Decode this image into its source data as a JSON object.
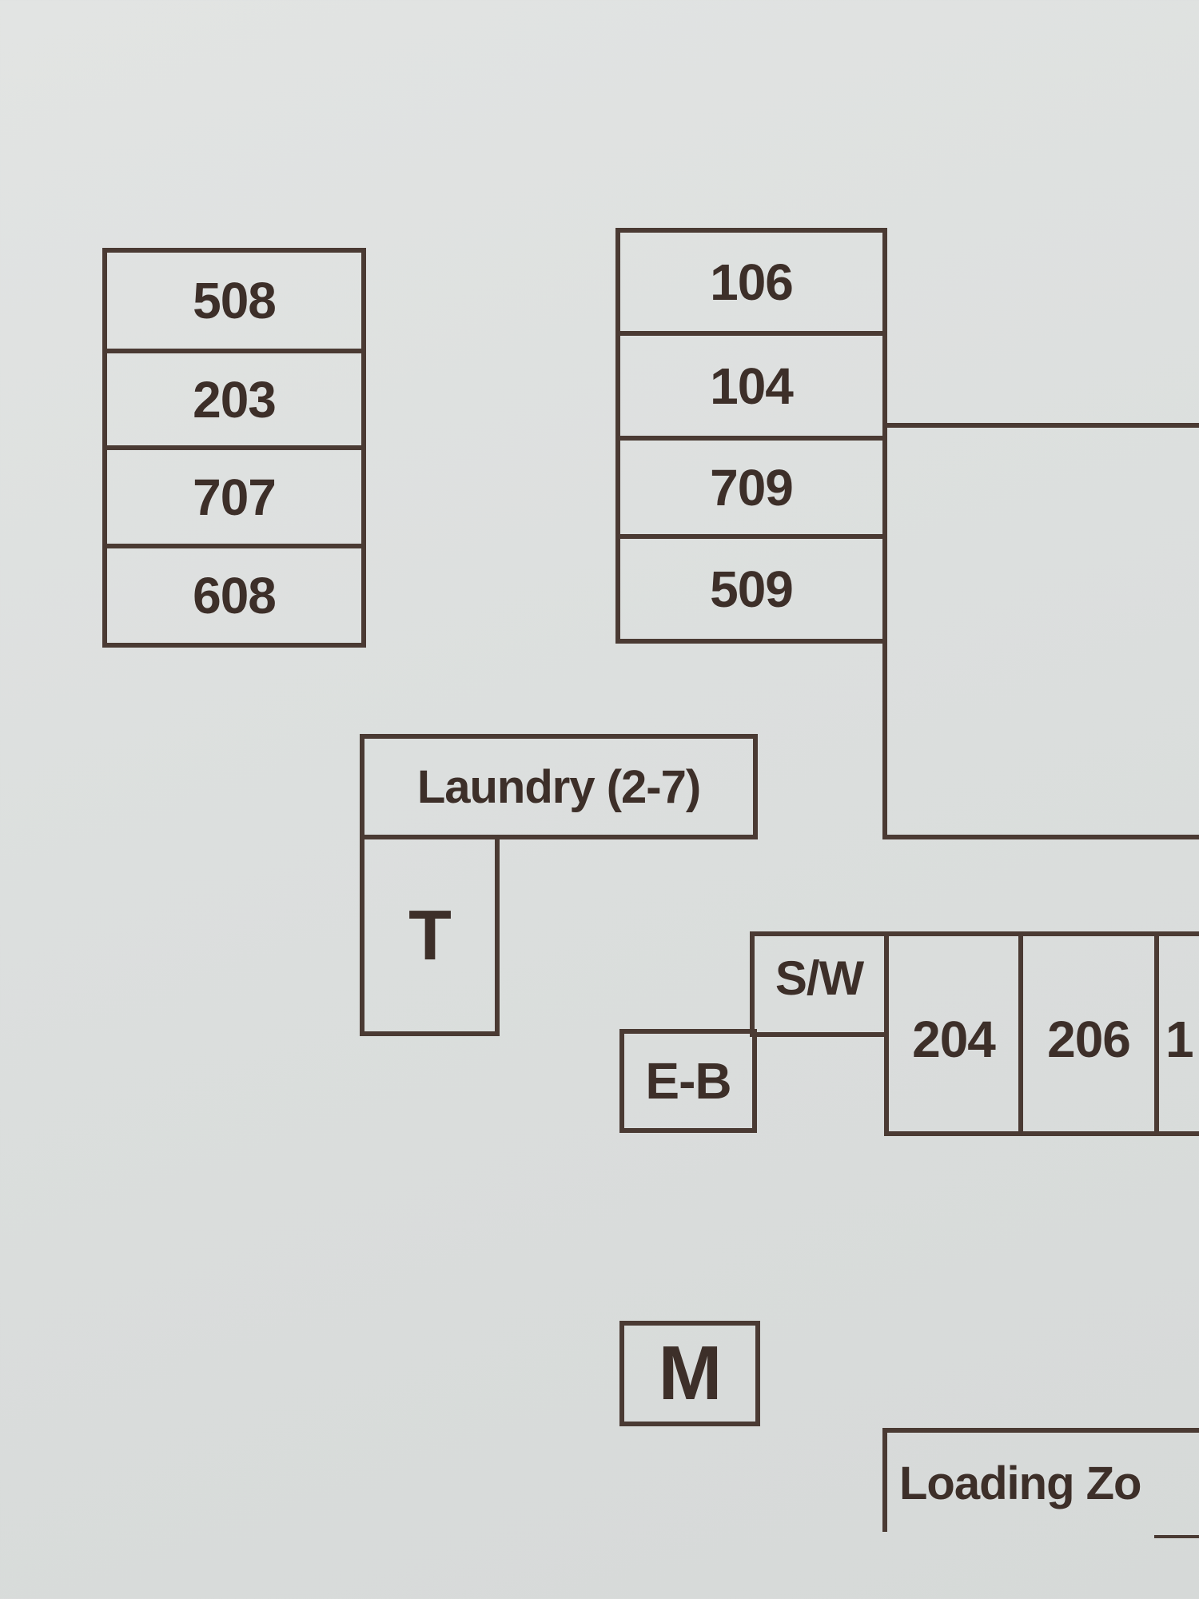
{
  "left_stack": [
    "508",
    "203",
    "707",
    "608"
  ],
  "center_stack": [
    "106",
    "104",
    "709",
    "509"
  ],
  "laundry": "Laundry (2-7)",
  "t_room": "T",
  "sw_room": "S/W",
  "eb_room": "E-B",
  "bottom_row": [
    "204",
    "206",
    "1"
  ],
  "m_room": "M",
  "loading": "Loading Zo"
}
